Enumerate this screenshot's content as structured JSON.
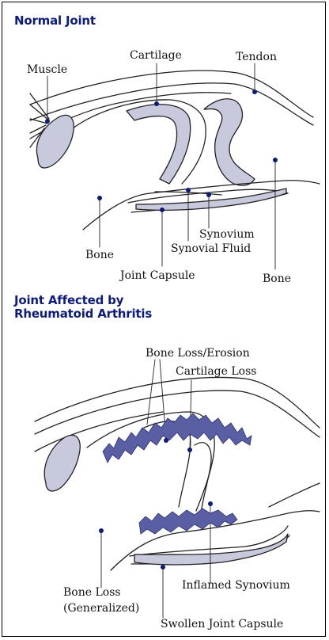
{
  "colors": {
    "heading": "#0d1b7e",
    "tissue_fill": "#c8c9dd",
    "inflamed_fill": "#5a5fa3",
    "dot": "#0d1b7e",
    "line": "#222222"
  },
  "normal": {
    "title": "Normal Joint",
    "labels": {
      "muscle": "Muscle",
      "cartilage": "Cartilage",
      "tendon": "Tendon",
      "bone_left": "Bone",
      "bone_right": "Bone",
      "synovium": "Synovium",
      "synovial_fluid": "Synovial Fluid",
      "joint_capsule": "Joint Capsule"
    }
  },
  "ra": {
    "title_line1": "Joint Affected by",
    "title_line2": "Rheumatoid Arthritis",
    "labels": {
      "bone_loss_erosion": "Bone Loss/Erosion",
      "cartilage_loss": "Cartilage Loss",
      "inflamed_synovium": "Inflamed Synovium",
      "bone_loss_line1": "Bone Loss",
      "bone_loss_line2": "(Generalized)",
      "swollen_joint_capsule": "Swollen Joint Capsule"
    }
  }
}
